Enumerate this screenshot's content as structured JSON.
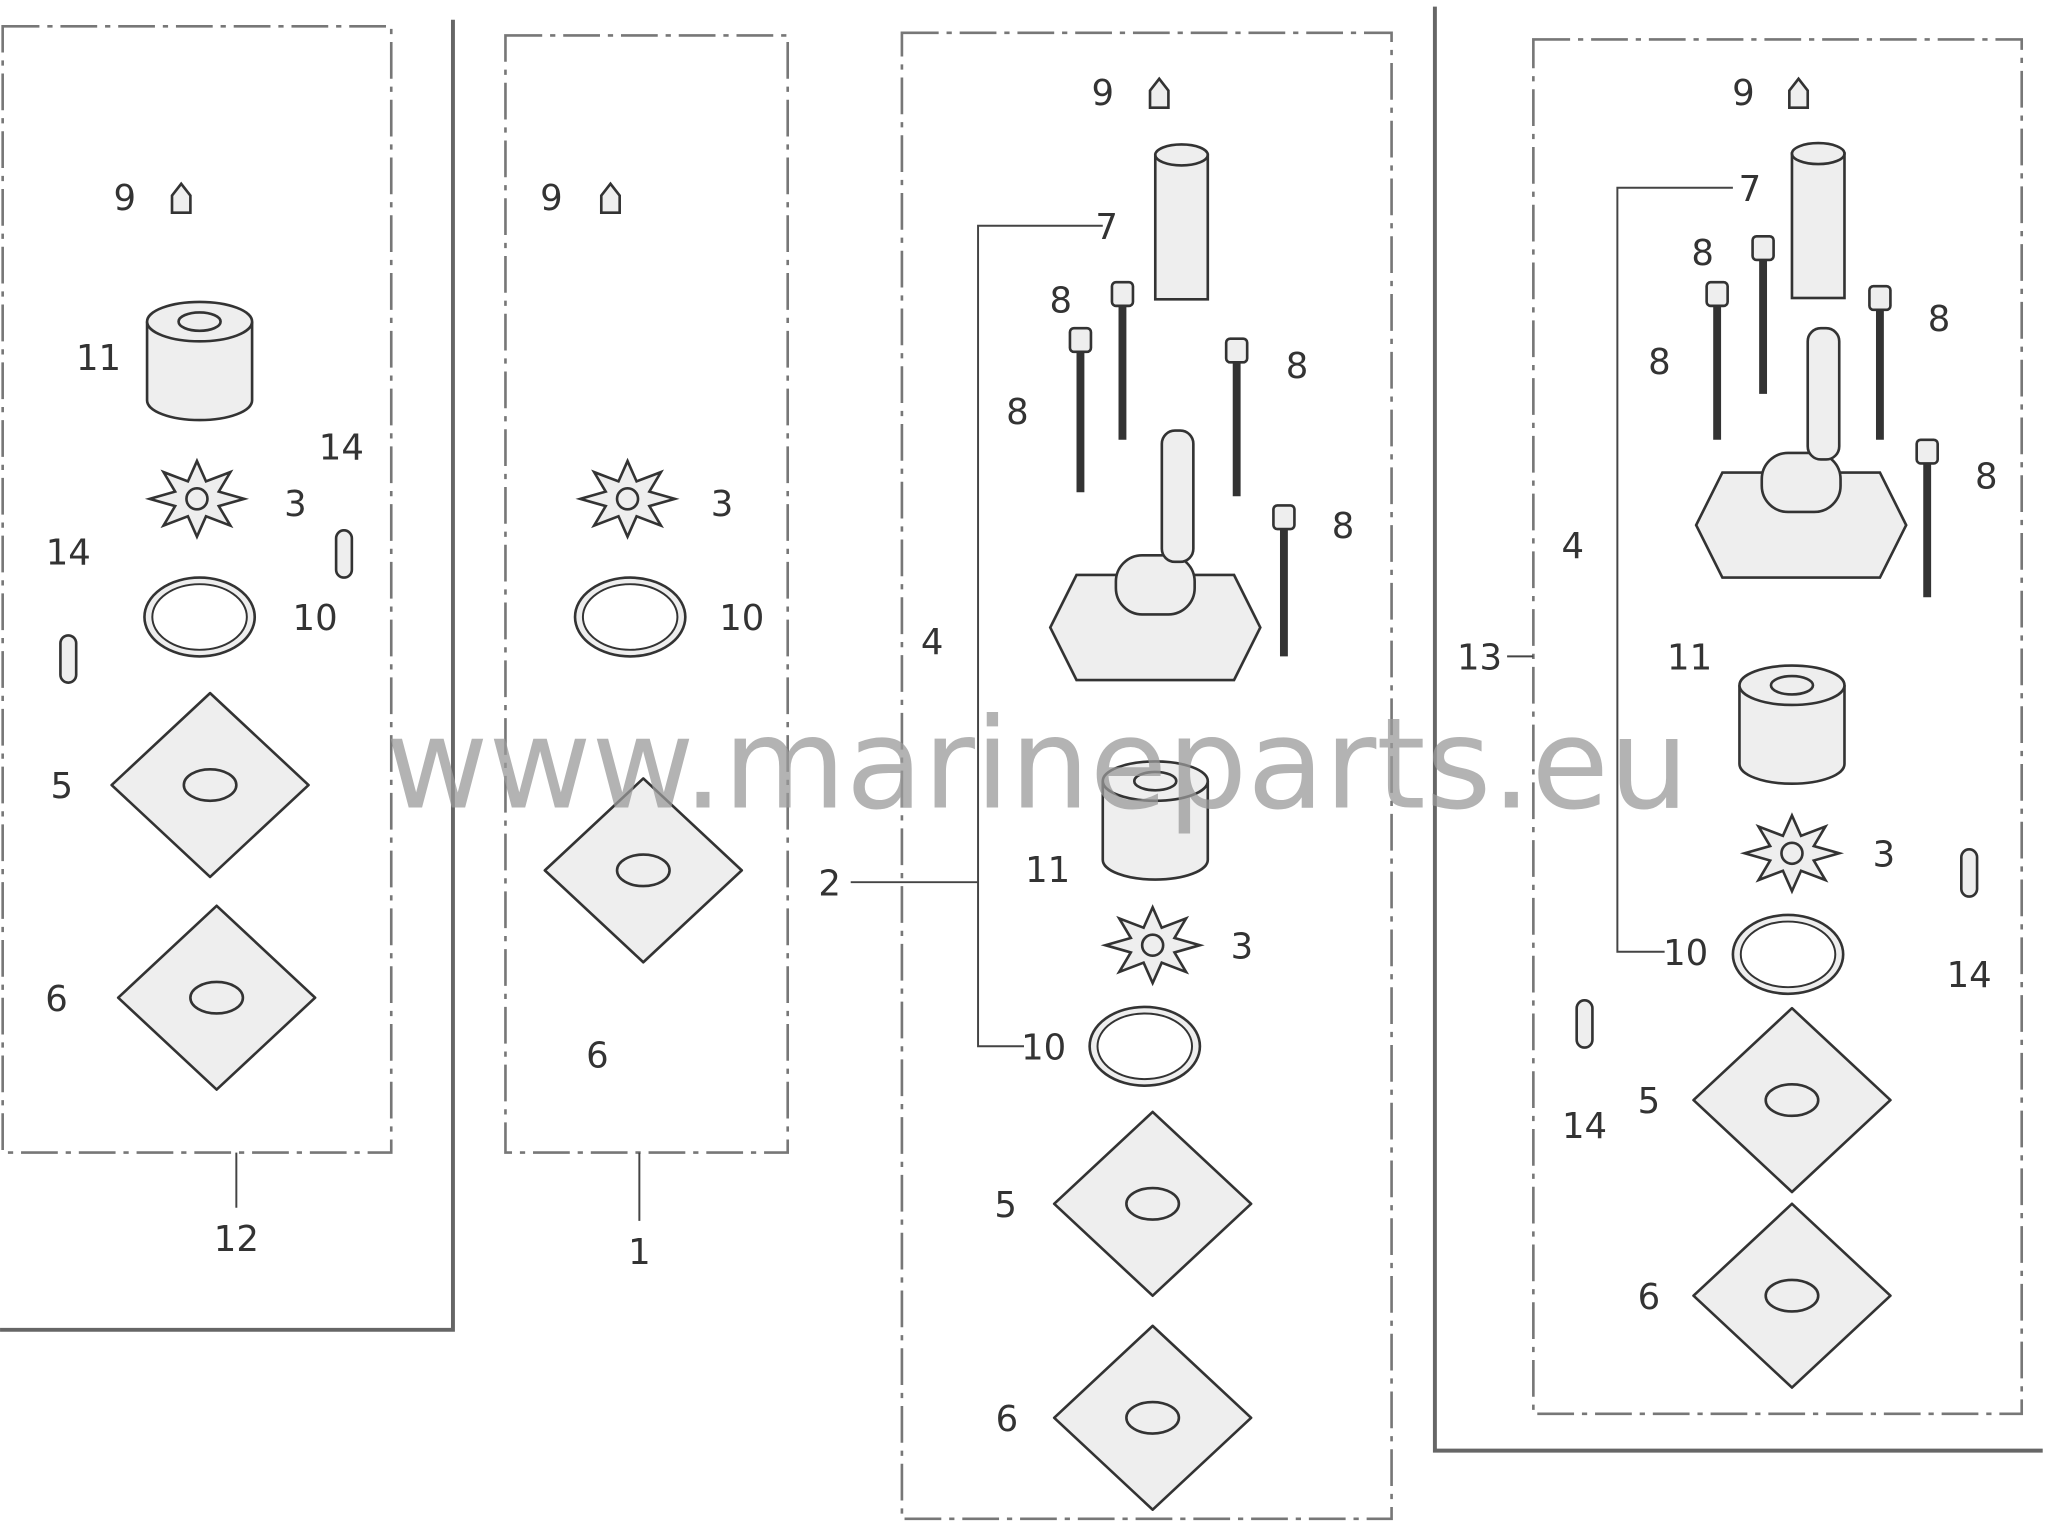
{
  "diagram": {
    "watermark": "www.marineparts.eu",
    "panels": [
      {
        "kit_label": "12",
        "callouts": [
          "9",
          "11",
          "14",
          "3",
          "14",
          "10",
          "5",
          "6"
        ]
      },
      {
        "kit_label": "1",
        "callouts": [
          "9",
          "3",
          "10",
          "6"
        ]
      },
      {
        "kit_label": "2",
        "callouts": [
          "9",
          "7",
          "8",
          "8",
          "8",
          "8",
          "4",
          "11",
          "3",
          "10",
          "5",
          "6"
        ]
      },
      {
        "kit_label": "13",
        "callouts": [
          "9",
          "7",
          "8",
          "8",
          "8",
          "8",
          "4",
          "11",
          "3",
          "10",
          "14",
          "14",
          "5",
          "6"
        ]
      }
    ]
  }
}
